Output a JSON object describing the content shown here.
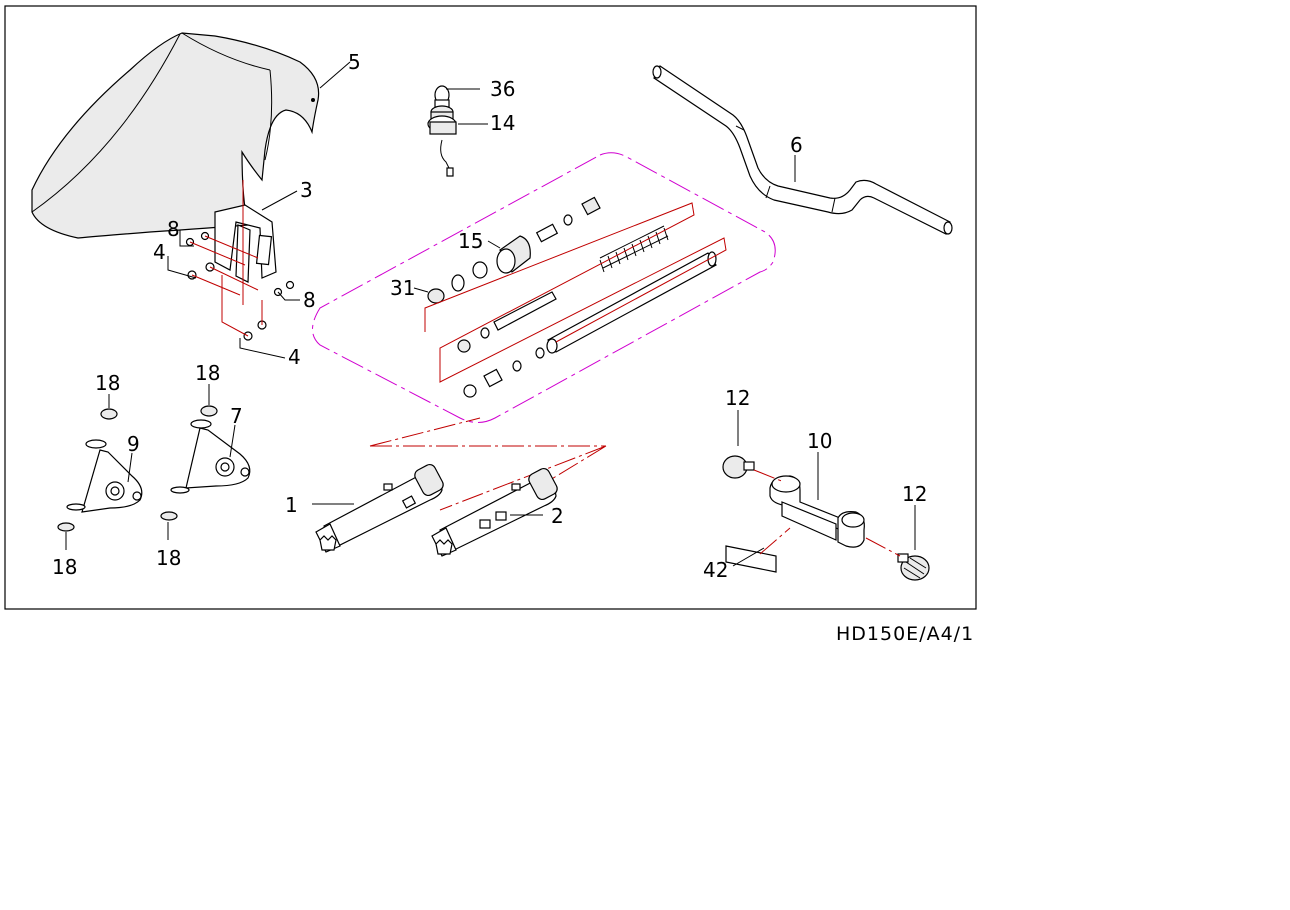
{
  "drawing": {
    "code": "HD150E/A4/1",
    "callouts": {
      "c1": "1",
      "c2": "2",
      "c3": "3",
      "c4a": "4",
      "c4b": "4",
      "c5": "5",
      "c6": "6",
      "c7": "7",
      "c8a": "8",
      "c8b": "8",
      "c9": "9",
      "c10": "10",
      "c12a": "12",
      "c12b": "12",
      "c14": "14",
      "c15": "15",
      "c18a": "18",
      "c18b": "18",
      "c18c": "18",
      "c18d": "18",
      "c31": "31",
      "c36": "36",
      "c42": "42"
    }
  },
  "colors": {
    "frame": "#000000",
    "leader_red": "#c00000",
    "group_magenta": "#d000d0"
  }
}
